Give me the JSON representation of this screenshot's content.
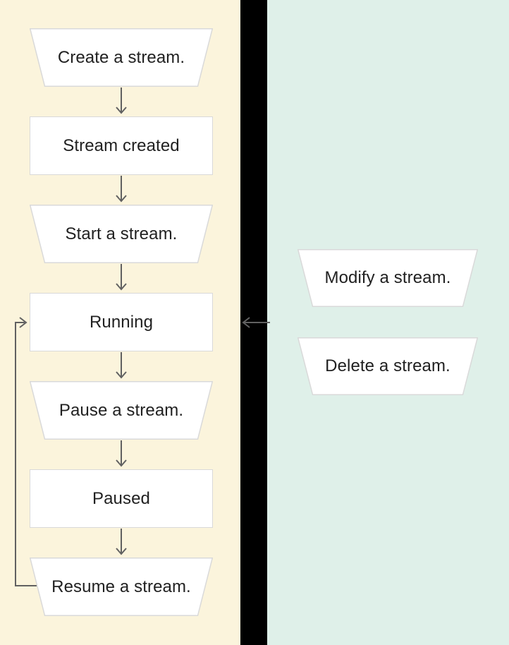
{
  "diagram": {
    "description": "Stream lifecycle flowchart",
    "left_panel": {
      "nodes": [
        {
          "label": "Create a stream.",
          "shape": "trapezoid"
        },
        {
          "label": "Stream created",
          "shape": "rectangle"
        },
        {
          "label": "Start a stream.",
          "shape": "trapezoid"
        },
        {
          "label": "Running",
          "shape": "rectangle"
        },
        {
          "label": "Pause a stream.",
          "shape": "trapezoid"
        },
        {
          "label": "Paused",
          "shape": "rectangle"
        },
        {
          "label": "Resume a stream.",
          "shape": "trapezoid"
        }
      ]
    },
    "right_panel": {
      "nodes": [
        {
          "label": "Modify a stream.",
          "shape": "trapezoid"
        },
        {
          "label": "Delete a stream.",
          "shape": "trapezoid"
        }
      ]
    },
    "edges": [
      {
        "from": "Create a stream.",
        "to": "Stream created"
      },
      {
        "from": "Stream created",
        "to": "Start a stream."
      },
      {
        "from": "Start a stream.",
        "to": "Running"
      },
      {
        "from": "Running",
        "to": "Pause a stream."
      },
      {
        "from": "Pause a stream.",
        "to": "Paused"
      },
      {
        "from": "Paused",
        "to": "Resume a stream."
      },
      {
        "from": "Resume a stream.",
        "to": "Running",
        "style": "loop-back"
      },
      {
        "from": "right-panel",
        "to": "Running",
        "style": "left-arrow-across-divider"
      }
    ],
    "colors": {
      "left_panel_bg": "#fbf4dc",
      "right_panel_bg": "#dff0e9",
      "divider": "#000000",
      "node_fill": "#ffffff",
      "node_border": "#d9d9d9",
      "arrow": "#616161",
      "text": "#212121"
    }
  }
}
